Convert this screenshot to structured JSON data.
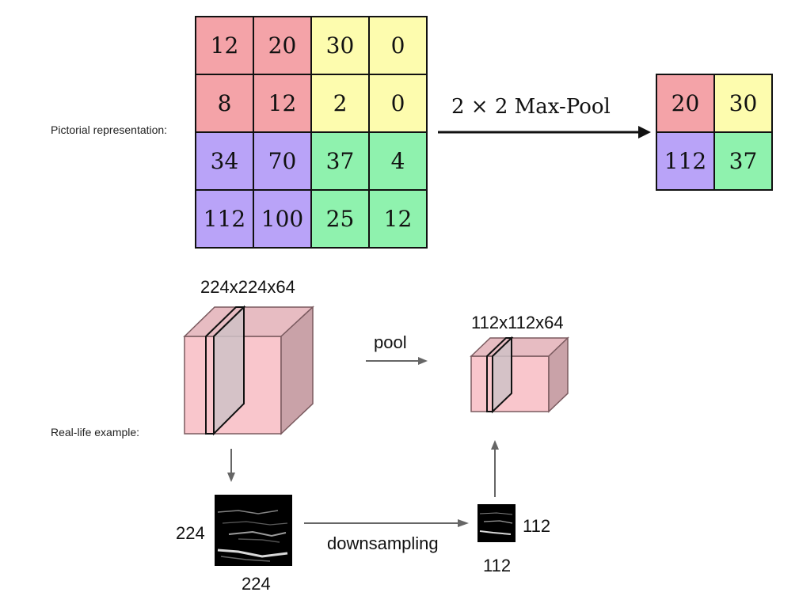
{
  "colors": {
    "red": "#f4a3a8",
    "yellow": "#fdfcae",
    "purple": "#b9a3f8",
    "green": "#8ff2ae",
    "cube_face": "#f9c6cc",
    "cube_side": "#c9a2a8",
    "cube_top": "#e7bcc2"
  },
  "pictorial": {
    "caption": "Pictorial representation:",
    "input": {
      "rows": [
        [
          "12",
          "20",
          "30",
          "0"
        ],
        [
          "8",
          "12",
          "2",
          "0"
        ],
        [
          "34",
          "70",
          "37",
          "4"
        ],
        [
          "112",
          "100",
          "25",
          "12"
        ]
      ],
      "row_colors": [
        [
          "red",
          "red",
          "yellow",
          "yellow"
        ],
        [
          "red",
          "red",
          "yellow",
          "yellow"
        ],
        [
          "purple",
          "purple",
          "green",
          "green"
        ],
        [
          "purple",
          "purple",
          "green",
          "green"
        ]
      ]
    },
    "operation_label": "2 × 2 Max-Pool",
    "output": {
      "rows": [
        [
          "20",
          "30"
        ],
        [
          "112",
          "37"
        ]
      ],
      "row_colors": [
        [
          "red",
          "yellow"
        ],
        [
          "purple",
          "green"
        ]
      ]
    }
  },
  "real_life": {
    "caption": "Real-life example:",
    "big_volume_label": "224x224x64",
    "small_volume_label": "112x112x64",
    "pool_label": "pool",
    "downsampling_label": "downsampling",
    "big_map_height": "224",
    "big_map_width": "224",
    "small_map_height": "112",
    "small_map_width": "112"
  }
}
